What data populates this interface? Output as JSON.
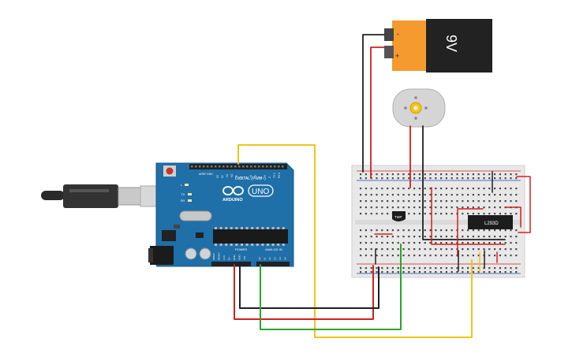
{
  "arduino": {
    "brand": "ARDUINO",
    "model": "UNO",
    "digital_label": "DIGITAL (PWM~)",
    "power_label": "POWER",
    "analog_label": "ANALOG IN",
    "tx_label": "TX",
    "rx_label": "RX",
    "l_label": "L",
    "aref_label": "AREF",
    "gnd_label": "GND",
    "digital_pins": [
      "13",
      "12",
      "~11",
      "~10",
      "~9",
      "8",
      "7",
      "~6",
      "~5",
      "4",
      "~3",
      "2",
      "TX 1",
      "RX 0"
    ],
    "power_pins": [
      "IOREF",
      "RESET",
      "3.3V",
      "5V",
      "GND",
      "GND",
      "VIN"
    ],
    "analog_pins": [
      "A0",
      "A1",
      "A2",
      "A3",
      "A4",
      "A5"
    ]
  },
  "battery": {
    "label": "9V",
    "minus": "-",
    "plus": "+"
  },
  "ic": {
    "label": "L293D"
  },
  "sensor": {
    "label": "TMP"
  },
  "colors": {
    "board": "#1f6fa8",
    "breadboard": "#e8e8e8",
    "wire_red": "#d32020",
    "wire_black": "#202020",
    "wire_yellow": "#f0c419",
    "wire_green": "#2aa52a",
    "battery_body": "#f59a2e"
  }
}
